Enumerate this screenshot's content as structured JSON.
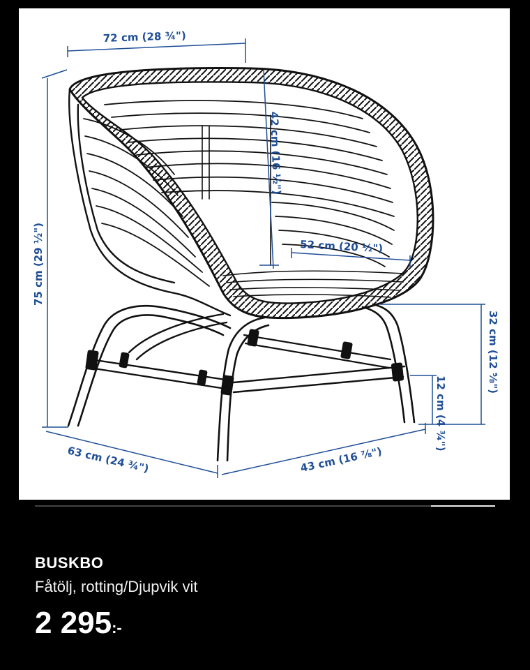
{
  "product": {
    "name": "BUSKBO",
    "description": "Fåtölj, rotting/Djupvik vit",
    "price": "2 295",
    "price_suffix": ":-"
  },
  "image_gallery": {
    "progress": 0.14
  },
  "dimensions": {
    "width": "72 cm (28 ¾\")",
    "backrest_height": "42 cm (16 ½\")",
    "seat_width": "52 cm (20 ½\")",
    "total_height": "75 cm (29 ½\")",
    "depth": "63 cm (24 ¾\")",
    "seat_depth": "43 cm (16 ⅞\")",
    "seat_height": "32 cm (12 ⅝\")",
    "stretcher_height": "12 cm (4 ¾\")"
  },
  "colors": {
    "background": "#000000",
    "drawing_background": "#ffffff",
    "dimension_blue": "#1f4e96",
    "text": "#ffffff"
  }
}
